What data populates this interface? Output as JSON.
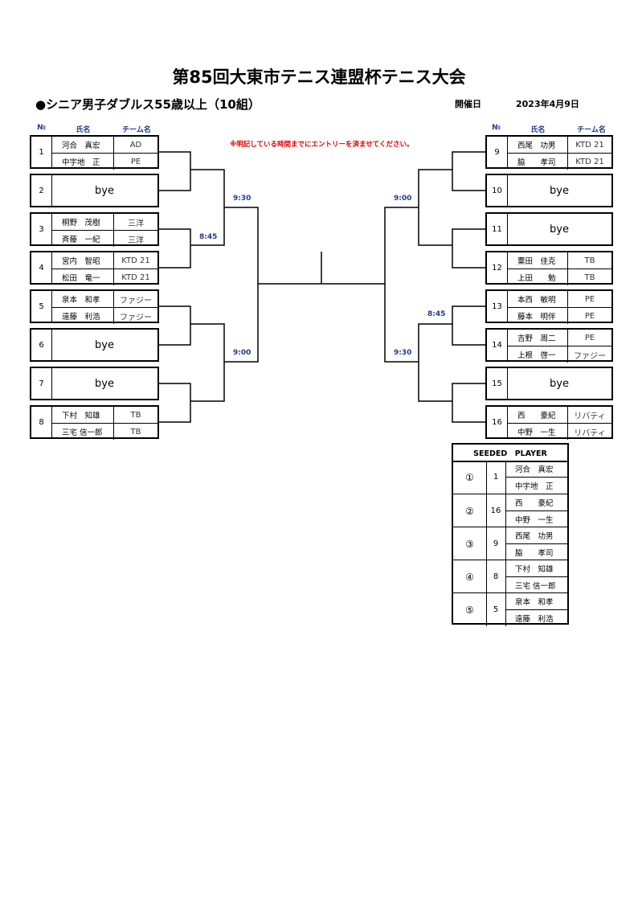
{
  "title": "第85回大東市テニス連盟杯テニス大会",
  "subtitle": "●シニア男子ダブルス55歳以上（10組）",
  "date_label": "開催日",
  "date_value": "2023年4月9日",
  "headers": {
    "no": "№",
    "name": "氏名",
    "team": "チーム名"
  },
  "notice": "※明記している時間までにエントリーを済ませてください。",
  "left_entries": [
    {
      "num": "1",
      "p1": "河合　真宏",
      "t1": "AD",
      "p2": "中宇地　正",
      "t2": "PE"
    },
    {
      "num": "2",
      "bye": "bye"
    },
    {
      "num": "3",
      "p1": "桐野　茂樹",
      "t1": "三洋",
      "p2": "斉藤　一紀",
      "t2": "三洋"
    },
    {
      "num": "4",
      "p1": "宮内　智昭",
      "t1": "KTD 21",
      "p2": "松田　竜一",
      "t2": "KTD 21"
    },
    {
      "num": "5",
      "p1": "泉本　和孝",
      "t1": "ファジー",
      "p2": "遠藤　利浩",
      "t2": "ファジー"
    },
    {
      "num": "6",
      "bye": "bye"
    },
    {
      "num": "7",
      "bye": "bye"
    },
    {
      "num": "8",
      "p1": "下村　知雄",
      "t1": "TB",
      "p2": "三宅 信一郎",
      "t2": "TB"
    }
  ],
  "right_entries": [
    {
      "num": "9",
      "p1": "西尾　功男",
      "t1": "KTD 21",
      "p2": "脇　　孝司",
      "t2": "KTD 21"
    },
    {
      "num": "10",
      "bye": "bye"
    },
    {
      "num": "11",
      "bye": "bye"
    },
    {
      "num": "12",
      "p1": "粟田　佳克",
      "t1": "TB",
      "p2": "上田　　勉",
      "t2": "TB"
    },
    {
      "num": "13",
      "p1": "本西　敏明",
      "t1": "PE",
      "p2": "藤本　明伴",
      "t2": "PE"
    },
    {
      "num": "14",
      "p1": "吉野　周二",
      "t1": "PE",
      "p2": "上根　啓一",
      "t2": "ファジー"
    },
    {
      "num": "15",
      "bye": "bye"
    },
    {
      "num": "16",
      "p1": "西　　豪紀",
      "t1": "リバティ",
      "p2": "中野　一生",
      "t2": "リバティ"
    }
  ],
  "times": {
    "l_845": "8:45",
    "l_930": "9:30",
    "l_900": "9:00",
    "r_900": "9:00",
    "r_845": "8:45",
    "r_930": "9:30"
  },
  "seeded": {
    "header": "SEEDED　PLAYER",
    "rows": [
      {
        "mark": "①",
        "num": "1",
        "p1": "河合　真宏",
        "p2": "中宇地　正"
      },
      {
        "mark": "②",
        "num": "16",
        "p1": "西　　豪紀",
        "p2": "中野　一生"
      },
      {
        "mark": "③",
        "num": "9",
        "p1": "西尾　功男",
        "p2": "脇　　孝司"
      },
      {
        "mark": "④",
        "num": "8",
        "p1": "下村　知雄",
        "p2": "三宅 信一郎"
      },
      {
        "mark": "⑤",
        "num": "5",
        "p1": "泉本　和孝",
        "p2": "遠藤　利浩"
      }
    ]
  }
}
